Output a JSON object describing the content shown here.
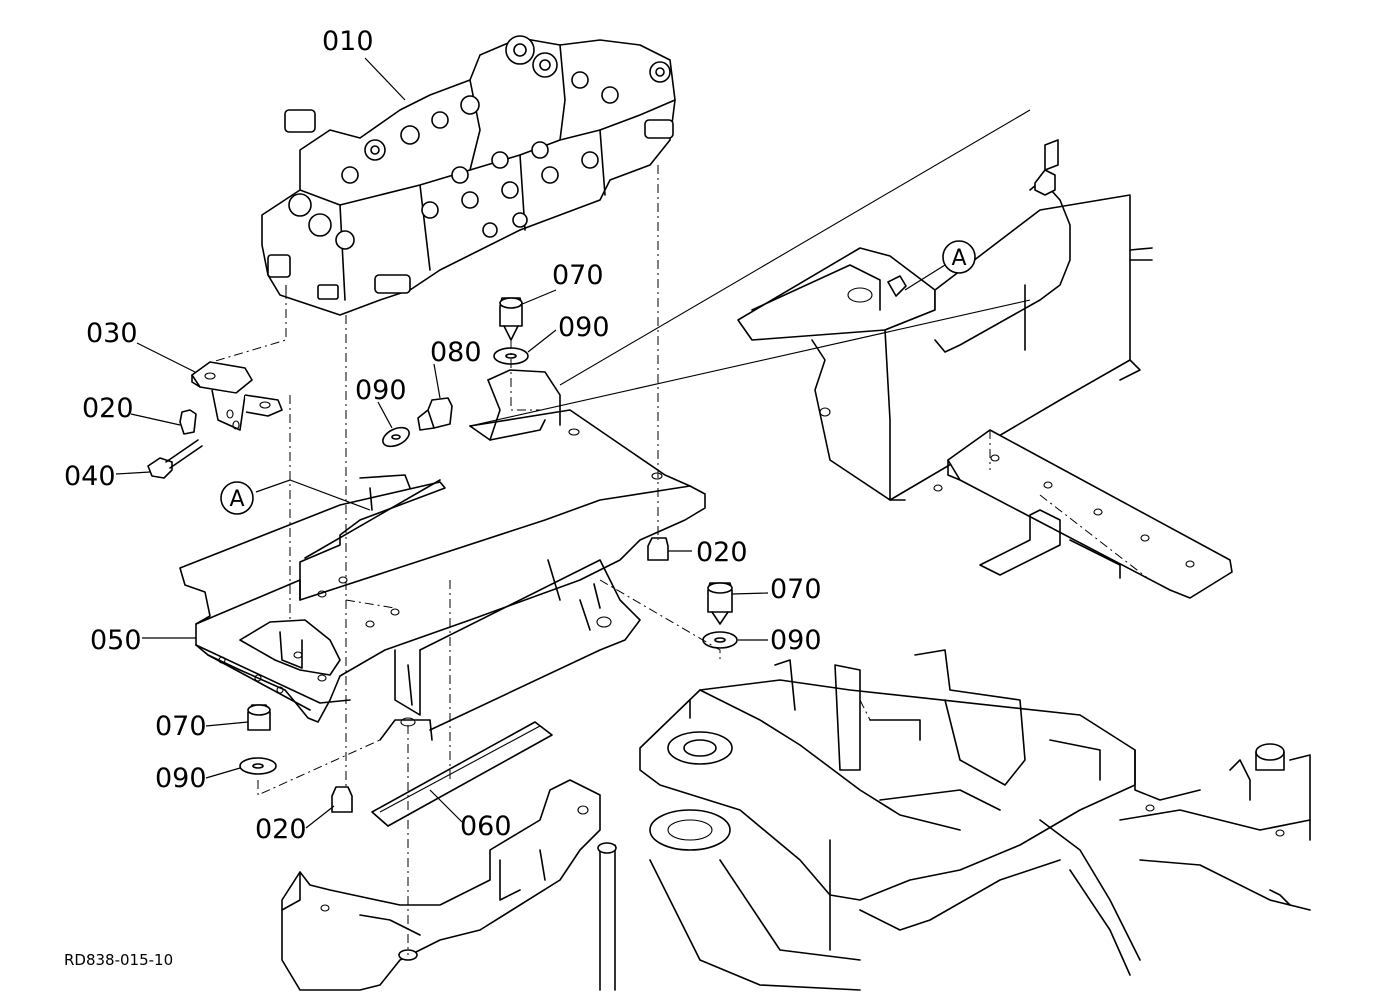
{
  "diagram": {
    "reference_code": "RD838-015-10",
    "detail_marker": "A",
    "parts": [
      {
        "id": "p010",
        "label": "010"
      },
      {
        "id": "p030",
        "label": "030"
      },
      {
        "id": "p020a",
        "label": "020"
      },
      {
        "id": "p040",
        "label": "040"
      },
      {
        "id": "p050",
        "label": "050"
      },
      {
        "id": "p070a",
        "label": "070"
      },
      {
        "id": "p090a",
        "label": "090"
      },
      {
        "id": "p020b",
        "label": "020"
      },
      {
        "id": "p060",
        "label": "060"
      },
      {
        "id": "p070b",
        "label": "070"
      },
      {
        "id": "p090b",
        "label": "090"
      },
      {
        "id": "p080",
        "label": "080"
      },
      {
        "id": "p090c",
        "label": "090"
      },
      {
        "id": "p020c",
        "label": "020"
      },
      {
        "id": "p070c",
        "label": "070"
      },
      {
        "id": "p090d",
        "label": "090"
      }
    ]
  }
}
